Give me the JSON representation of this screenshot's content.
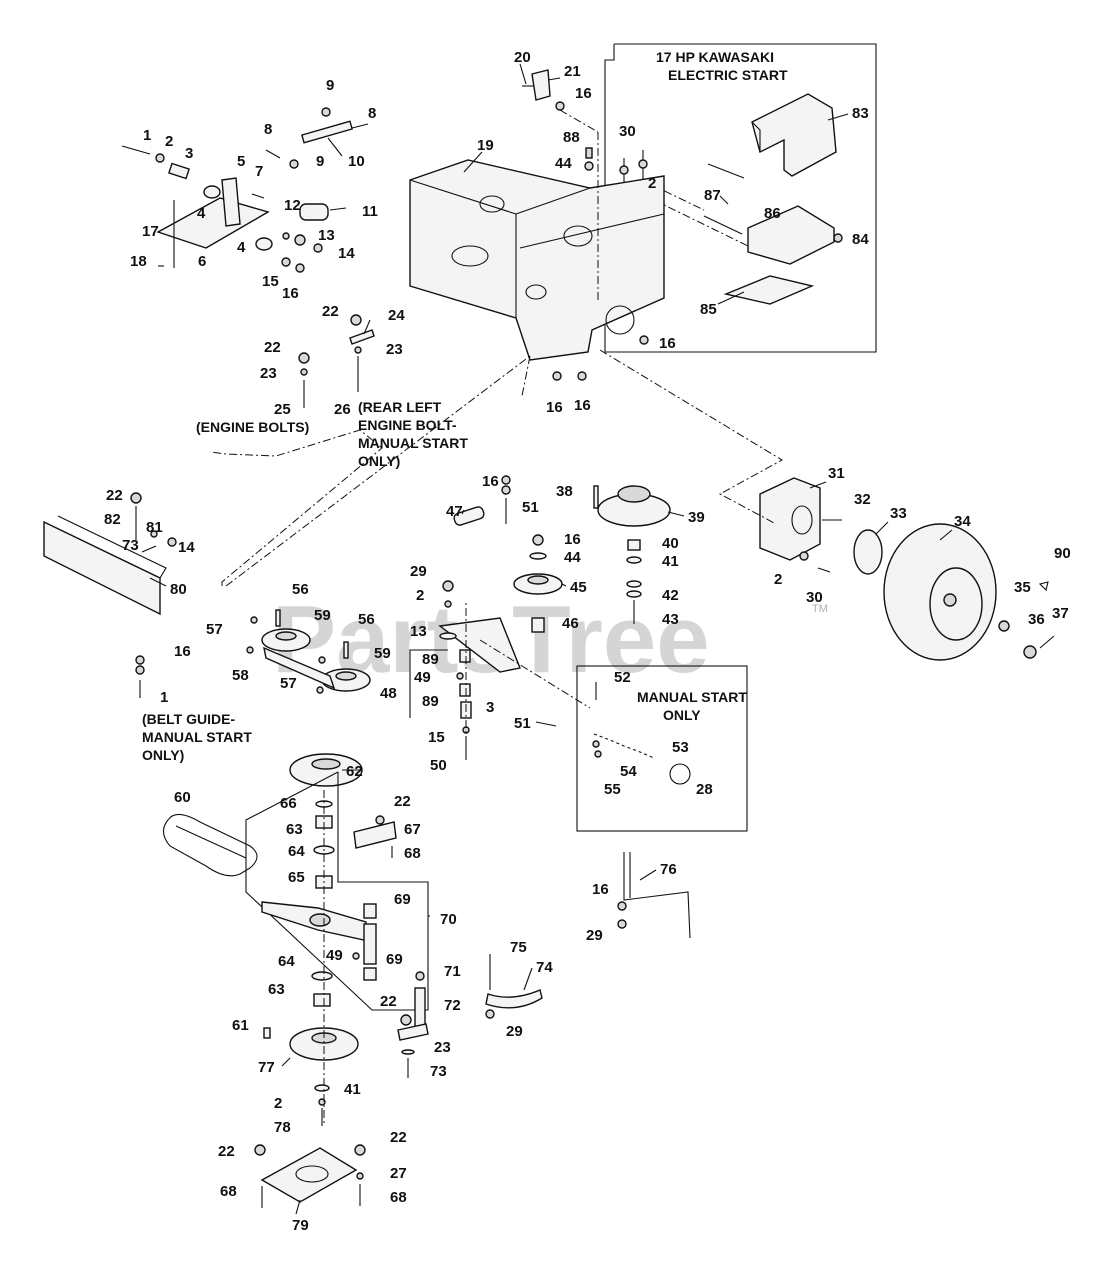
{
  "watermark": {
    "text": "PartsTree",
    "tm": "TM"
  },
  "boxes": {
    "kawasaki_title_1": "17 HP KAWASAKI",
    "kawasaki_title_2": "ELECTRIC START",
    "manual_title_1": "MANUAL START",
    "manual_title_2": "ONLY"
  },
  "notes": {
    "engine_bolts": "(ENGINE BOLTS)",
    "rear_left_1": "(REAR LEFT",
    "rear_left_2": "ENGINE BOLT-",
    "rear_left_3": "MANUAL START",
    "rear_left_4": "ONLY)",
    "belt_guide_1": "(BELT GUIDE-",
    "belt_guide_2": "MANUAL START",
    "belt_guide_3": "ONLY)"
  },
  "callouts": {
    "c1": "1",
    "c2": "2",
    "c3": "3",
    "c4": "4",
    "c5": "5",
    "c6": "6",
    "c7": "7",
    "c8": "8",
    "c9": "9",
    "c10": "10",
    "c11": "11",
    "c12": "12",
    "c13": "13",
    "c14": "14",
    "c15": "15",
    "c16": "16",
    "c17": "17",
    "c18": "18",
    "c19": "19",
    "c20": "20",
    "c21": "21",
    "c22": "22",
    "c23": "23",
    "c24": "24",
    "c25": "25",
    "c26": "26",
    "c27": "27",
    "c28": "28",
    "c29": "29",
    "c30": "30",
    "c31": "31",
    "c32": "32",
    "c33": "33",
    "c34": "34",
    "c35": "35",
    "c36": "36",
    "c37": "37",
    "c38": "38",
    "c39": "39",
    "c40": "40",
    "c41": "41",
    "c42": "42",
    "c43": "43",
    "c44": "44",
    "c45": "45",
    "c46": "46",
    "c47": "47",
    "c48": "48",
    "c49": "49",
    "c50": "50",
    "c51": "51",
    "c52": "52",
    "c53": "53",
    "c54": "54",
    "c55": "55",
    "c56": "56",
    "c57": "57",
    "c58": "58",
    "c59": "59",
    "c60": "60",
    "c61": "61",
    "c62": "62",
    "c63": "63",
    "c64": "64",
    "c65": "65",
    "c66": "66",
    "c67": "67",
    "c68": "68",
    "c69": "69",
    "c70": "70",
    "c71": "71",
    "c72": "72",
    "c73": "73",
    "c74": "74",
    "c75": "75",
    "c76": "76",
    "c77": "77",
    "c78": "78",
    "c79": "79",
    "c80": "80",
    "c81": "81",
    "c82": "82",
    "c83": "83",
    "c84": "84",
    "c85": "85",
    "c86": "86",
    "c87": "87",
    "c88": "88",
    "c89": "89",
    "c90": "90"
  }
}
